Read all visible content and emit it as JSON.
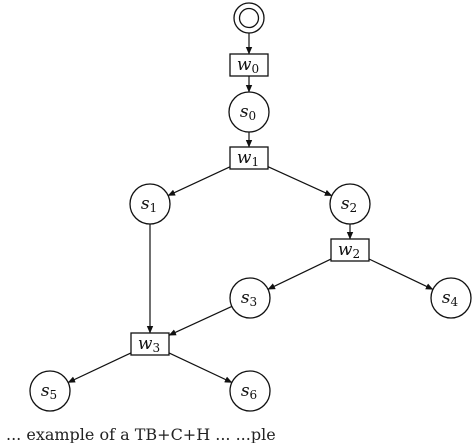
{
  "diagram": {
    "nodes": [
      {
        "id": "start",
        "kind": "start",
        "base": "",
        "sub": ""
      },
      {
        "id": "w0",
        "kind": "rect",
        "base": "w",
        "sub": "0"
      },
      {
        "id": "s0",
        "kind": "circle",
        "base": "s",
        "sub": "0"
      },
      {
        "id": "w1",
        "kind": "rect",
        "base": "w",
        "sub": "1"
      },
      {
        "id": "s1",
        "kind": "circle",
        "base": "s",
        "sub": "1"
      },
      {
        "id": "s2",
        "kind": "circle",
        "base": "s",
        "sub": "2"
      },
      {
        "id": "w2",
        "kind": "rect",
        "base": "w",
        "sub": "2"
      },
      {
        "id": "s3",
        "kind": "circle",
        "base": "s",
        "sub": "3"
      },
      {
        "id": "s4",
        "kind": "circle",
        "base": "s",
        "sub": "4"
      },
      {
        "id": "w3",
        "kind": "rect",
        "base": "w",
        "sub": "3"
      },
      {
        "id": "s5",
        "kind": "circle",
        "base": "s",
        "sub": "5"
      },
      {
        "id": "s6",
        "kind": "circle",
        "base": "s",
        "sub": "6"
      }
    ],
    "edges": [
      {
        "from": "start",
        "to": "w0"
      },
      {
        "from": "w0",
        "to": "s0"
      },
      {
        "from": "s0",
        "to": "w1"
      },
      {
        "from": "w1",
        "to": "s1"
      },
      {
        "from": "w1",
        "to": "s2"
      },
      {
        "from": "s2",
        "to": "w2"
      },
      {
        "from": "w2",
        "to": "s3"
      },
      {
        "from": "w2",
        "to": "s4"
      },
      {
        "from": "s1",
        "to": "w3"
      },
      {
        "from": "s3",
        "to": "w3"
      },
      {
        "from": "w3",
        "to": "s5"
      },
      {
        "from": "w3",
        "to": "s6"
      }
    ]
  },
  "caption": "... example of a TB+C+H ... ...ple"
}
